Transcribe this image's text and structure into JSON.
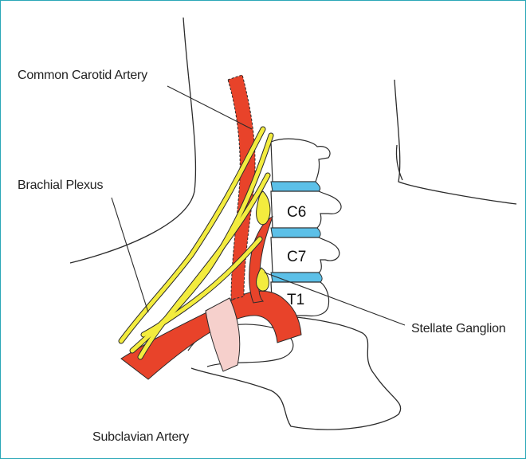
{
  "labels": {
    "common_carotid": "Common Carotid Artery",
    "brachial_plexus": "Brachial Plexus",
    "stellate_ganglion": "Stellate Ganglion",
    "subclavian": "Subclavian Artery",
    "c6": "C6",
    "c7": "C7",
    "t1": "T1"
  },
  "colors": {
    "artery": "#e8432a",
    "nerve": "#f3ec3e",
    "disc": "#5cc0e8",
    "outline": "#2b2b2b",
    "border": "#2aa7b7"
  }
}
